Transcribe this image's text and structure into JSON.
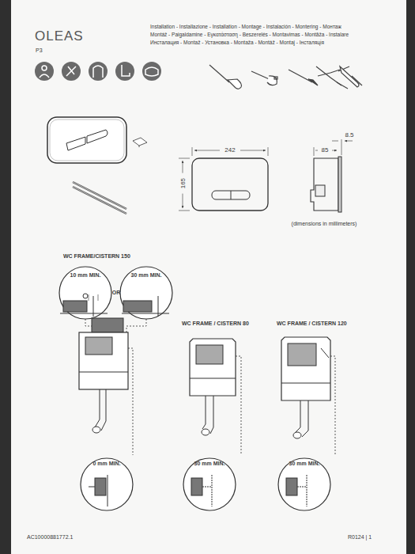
{
  "diagram": {
    "title": "OLEAS",
    "labels": [
      "Installation - Installazione - Installation - Montage - Instalación - Montering - Монтаж",
      "Montáž - Paigaldamine - Εγκατάσταση - Beszerelés - Montavimas - Montāža - Instalare",
      "Инсталация - Montaž - Установка - Montaža - Montáž - Montaj - Інсталяція",
      "P3",
      "242",
      "165",
      "85",
      "8.5",
      "(dimensions in millimeters)",
      "WC FRAME/CISTERN 150",
      "10 mm MIN.",
      "OR",
      "30 mm MIN.",
      "WC FRAME / CISTERN 80",
      "WC FRAME / CISTERN 120",
      "0 mm MIN.",
      "30 mm MIN.",
      "30 mm MIN.",
      "AC10000881772.1",
      "R0124 | 1"
    ]
  }
}
